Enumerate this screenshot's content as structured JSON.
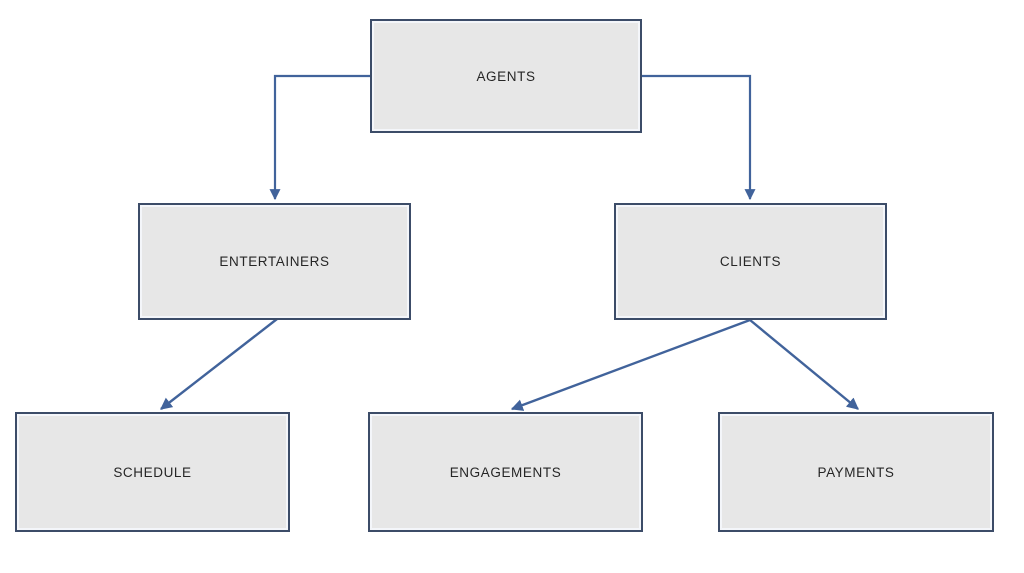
{
  "diagram": {
    "type": "hierarchy-tree",
    "background_color": "#ffffff",
    "node_fill_color": "#e7e7e7",
    "node_border_color": "#3c4c68",
    "connector_color": "#4a6a99",
    "text_color": "#262626",
    "nodes": [
      {
        "id": "agents",
        "label": "AGENTS",
        "level": 1
      },
      {
        "id": "entertainers",
        "label": "ENTERTAINERS",
        "level": 2
      },
      {
        "id": "clients",
        "label": "CLIENTS",
        "level": 2
      },
      {
        "id": "schedule",
        "label": "SCHEDULE",
        "level": 3
      },
      {
        "id": "engagements",
        "label": "ENGAGEMENTS",
        "level": 3
      },
      {
        "id": "payments",
        "label": "PAYMENTS",
        "level": 3
      }
    ],
    "edges": [
      {
        "id": "agents-entertainers",
        "from": "agents",
        "to": "entertainers",
        "style": "elbow",
        "arrow": "end"
      },
      {
        "id": "agents-clients",
        "from": "agents",
        "to": "clients",
        "style": "elbow",
        "arrow": "end"
      },
      {
        "id": "entertainers-schedule",
        "from": "entertainers",
        "to": "schedule",
        "style": "diagonal",
        "arrow": "end"
      },
      {
        "id": "clients-engagements",
        "from": "clients",
        "to": "engagements",
        "style": "diagonal",
        "arrow": "end"
      },
      {
        "id": "clients-payments",
        "from": "clients",
        "to": "payments",
        "style": "diagonal",
        "arrow": "end"
      }
    ]
  }
}
